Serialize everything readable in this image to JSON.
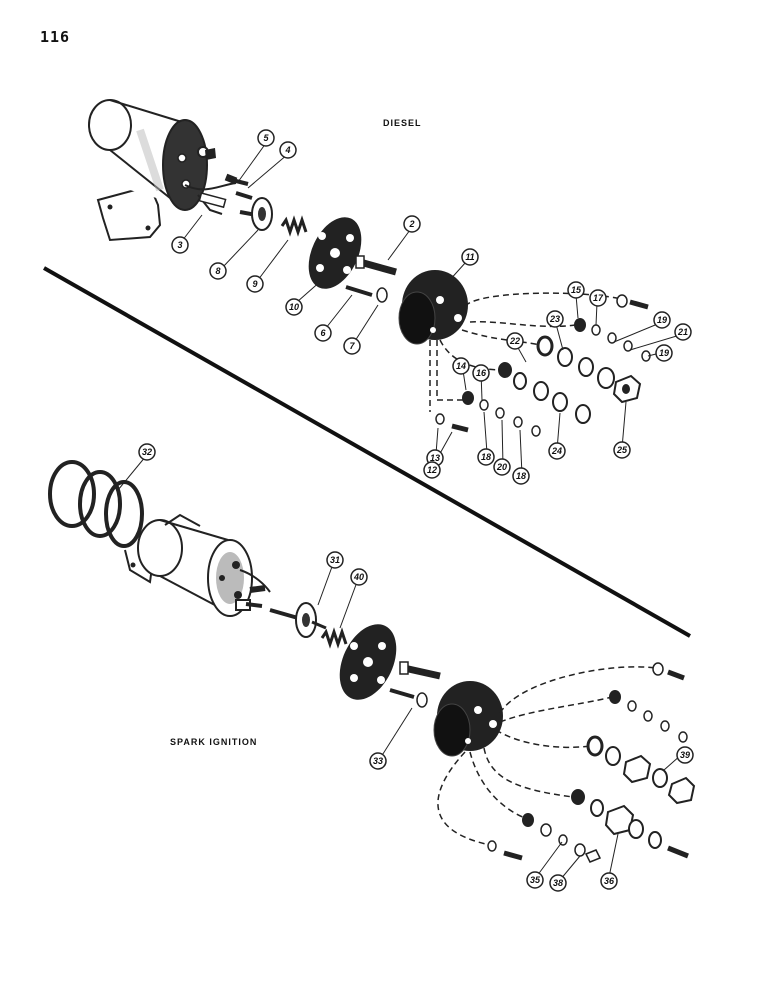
{
  "page": {
    "number": "116"
  },
  "sections": {
    "diesel": "DIESEL",
    "spark": "SPARK IGNITION"
  },
  "colors": {
    "ink": "#111111",
    "paper": "#ffffff",
    "part": "#2a2a2a",
    "shade": "#777777"
  },
  "callouts": {
    "c1": "5",
    "c2": "4",
    "c3": "3",
    "c4": "8",
    "c5": "9",
    "c6": "2",
    "c7": "11",
    "c8": "10",
    "c9": "6",
    "c10": "7",
    "c11": "15",
    "c12": "17",
    "c13": "23",
    "c14": "19",
    "c15": "21",
    "c16": "22",
    "c17": "19",
    "c18": "14",
    "c19": "16",
    "c20": "13",
    "c21": "12",
    "c22": "18",
    "c23": "20",
    "c24": "18",
    "c25": "24",
    "c26": "25",
    "c27": "32",
    "c28": "31",
    "c29": "40",
    "c30": "33",
    "c31": "39",
    "c32": "35",
    "c33": "38",
    "c34": "36"
  }
}
